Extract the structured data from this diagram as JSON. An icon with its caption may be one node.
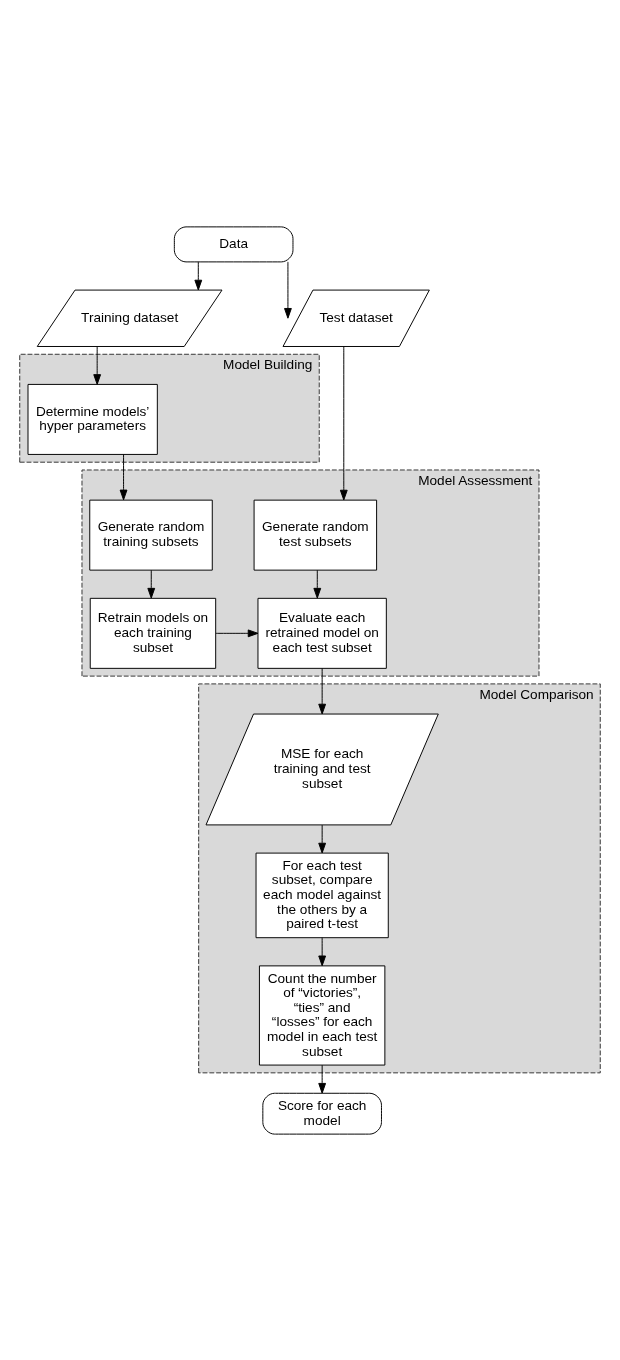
{
  "diagram": {
    "nodes": [
      {
        "text": [
          "Data"
        ]
      },
      {
        "text": [
          "Training dataset"
        ]
      },
      {
        "text": [
          "Test dataset"
        ]
      },
      {
        "text": [
          "Model Building"
        ]
      },
      {
        "text": [
          "Determine models’ hyper parameters"
        ],
        "in": 3
      },
      {
        "text": [
          "Model Assessment"
        ]
      },
      {
        "text": [
          "Generate random training subsets"
        ],
        "in": 5
      },
      {
        "text": [
          "Generate random test subsets"
        ],
        "in": 5
      },
      {
        "text": [
          "Retrain models on each training subset"
        ],
        "in": 5
      },
      {
        "text": [
          "Evaluate each retrained model on each test subset"
        ],
        "in": 5
      },
      {
        "text": [
          "Model Comparison"
        ]
      },
      {
        "text": [
          "MSE for each training and test subset"
        ],
        "in": 10
      },
      {
        "text": [
          "For each test subset, compare each model against the others by a paired t-test"
        ],
        "in": 10
      },
      {
        "text": [
          "Count the number of “victories”, “ties” and “losses” for each model in each test subset"
        ],
        "in": 10
      },
      {
        "text": [
          "Score for each model"
        ]
      }
    ],
    "edges": [
      {
        "from": 0,
        "to": 1,
        "arrow": "to"
      },
      {
        "from": 0,
        "to": 2,
        "arrow": "to"
      },
      {
        "from": 1,
        "to": 4,
        "arrow": "to"
      },
      {
        "from": 4,
        "to": 6,
        "arrow": "to"
      },
      {
        "from": 2,
        "to": 7,
        "arrow": "to"
      },
      {
        "from": 6,
        "to": 8,
        "arrow": "to"
      },
      {
        "from": 7,
        "to": 9,
        "arrow": "to"
      },
      {
        "from": 8,
        "to": 9,
        "arrow": "to"
      },
      {
        "from": 9,
        "to": 11,
        "arrow": "to"
      },
      {
        "from": 11,
        "to": 12,
        "arrow": "to"
      },
      {
        "from": 12,
        "to": 13,
        "arrow": "to"
      },
      {
        "from": 13,
        "to": 14,
        "arrow": "to"
      }
    ]
  }
}
